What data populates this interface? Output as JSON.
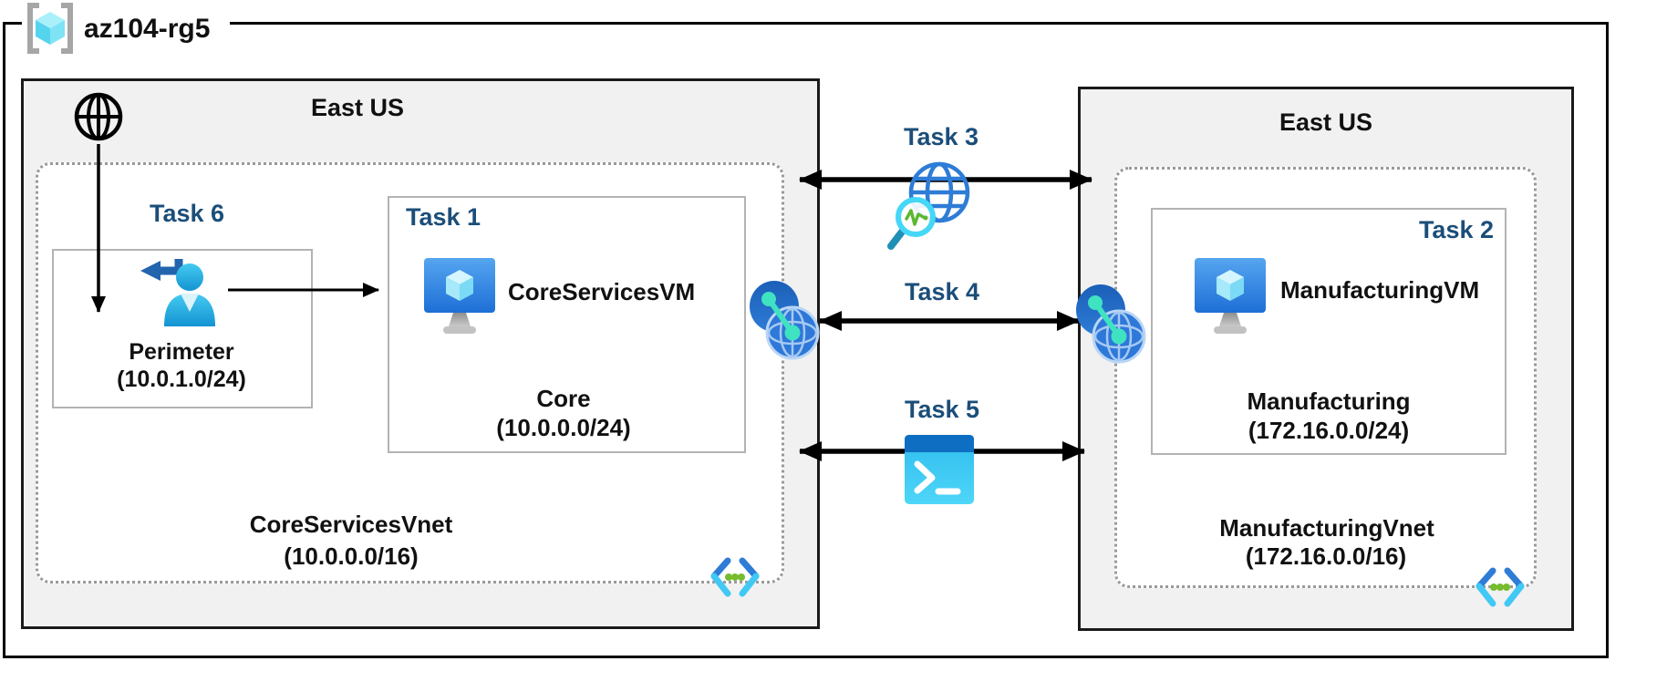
{
  "diagram": {
    "resource_group": "az104-rg5"
  },
  "left_region": {
    "location": "East US",
    "task6_label": "Task 6",
    "perimeter_subnet": {
      "name": "Perimeter",
      "cidr": "(10.0.1.0/24)"
    },
    "task1_label": "Task 1",
    "vm_name": "CoreServicesVM",
    "core_subnet": {
      "name": "Core",
      "cidr": "(10.0.0.0/24)"
    },
    "vnet_name": "CoreServicesVnet",
    "vnet_cidr": "(10.0.0.0/16)"
  },
  "right_region": {
    "location": "East US",
    "task2_label": "Task 2",
    "vm_name": "ManufacturingVM",
    "manufacturing_subnet": {
      "name": "Manufacturing",
      "cidr": "(172.16.0.0/24)"
    },
    "vnet_name": "ManufacturingVnet",
    "vnet_cidr": "(172.16.0.0/16)"
  },
  "connections": {
    "task3_label": "Task 3",
    "task4_label": "Task 4",
    "task5_label": "Task 5"
  },
  "icons": {
    "resource_group": "resource-group-icon",
    "internet": "internet-globe-icon",
    "perimeter_user": "user-sign-in-icon",
    "virtual_machine": "virtual-machine-icon",
    "virtual_network": "virtual-network-icon",
    "vnet_peering": "vnet-peering-icon",
    "network_watcher": "network-watcher-icon",
    "cloud_shell": "cloud-shell-icon"
  },
  "colors": {
    "task_label": "#1B4E79",
    "region_fill": "#F1F1F1",
    "azure_blue": "#2E7CD6",
    "cyan": "#50E6FF",
    "green_dot": "#76BC2D",
    "teal_link": "#3FE2C1",
    "arrow": "#000000"
  }
}
